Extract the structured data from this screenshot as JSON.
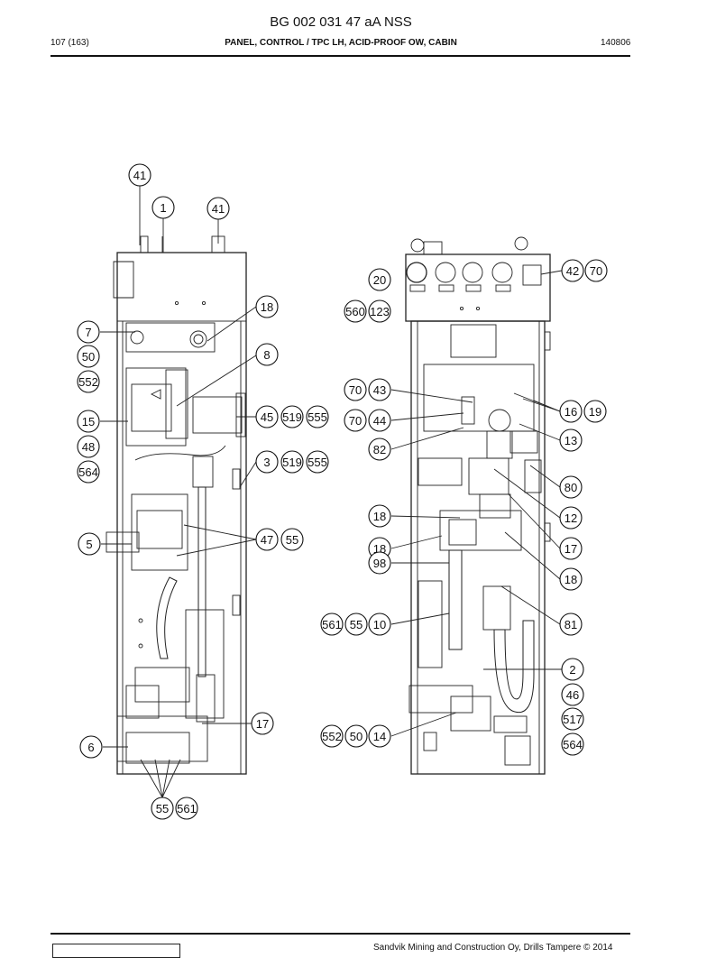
{
  "header": {
    "title": "BG 002 031 47 aA NSS",
    "page": "107 (163)",
    "section": "PANEL, CONTROL / TPC LH, ACID-PROOF OW, CABIN",
    "date_code": "140806"
  },
  "footer": {
    "copyright": "Sandvik Mining and Construction Oy, Drills Tampere © 2014"
  },
  "callouts": [
    {
      "id": "c1",
      "label": "41"
    },
    {
      "id": "c2",
      "label": "1"
    },
    {
      "id": "c3",
      "label": "41"
    },
    {
      "id": "c4",
      "label": "18"
    },
    {
      "id": "c5",
      "label": "7"
    },
    {
      "id": "c6",
      "label": "50"
    },
    {
      "id": "c7",
      "label": "552"
    },
    {
      "id": "c8",
      "label": "8"
    },
    {
      "id": "c9",
      "label": "15"
    },
    {
      "id": "c10",
      "label": "45"
    },
    {
      "id": "c11",
      "label": "519"
    },
    {
      "id": "c12",
      "label": "555"
    },
    {
      "id": "c13",
      "label": "48"
    },
    {
      "id": "c14",
      "label": "564"
    },
    {
      "id": "c15",
      "label": "3"
    },
    {
      "id": "c16",
      "label": "519"
    },
    {
      "id": "c17",
      "label": "555"
    },
    {
      "id": "c18",
      "label": "47"
    },
    {
      "id": "c19",
      "label": "55"
    },
    {
      "id": "c20",
      "label": "5"
    },
    {
      "id": "c21",
      "label": "17"
    },
    {
      "id": "c22",
      "label": "6"
    },
    {
      "id": "c23",
      "label": "55"
    },
    {
      "id": "c24",
      "label": "561"
    },
    {
      "id": "c25",
      "label": "42"
    },
    {
      "id": "c26",
      "label": "70"
    },
    {
      "id": "c27",
      "label": "20"
    },
    {
      "id": "c28",
      "label": "560"
    },
    {
      "id": "c29",
      "label": "123"
    },
    {
      "id": "c30",
      "label": "70"
    },
    {
      "id": "c31",
      "label": "43"
    },
    {
      "id": "c32",
      "label": "16"
    },
    {
      "id": "c33",
      "label": "19"
    },
    {
      "id": "c34",
      "label": "70"
    },
    {
      "id": "c35",
      "label": "44"
    },
    {
      "id": "c36",
      "label": "13"
    },
    {
      "id": "c37",
      "label": "82"
    },
    {
      "id": "c38",
      "label": "80"
    },
    {
      "id": "c39",
      "label": "12"
    },
    {
      "id": "c40",
      "label": "18"
    },
    {
      "id": "c41",
      "label": "17"
    },
    {
      "id": "c42",
      "label": "18"
    },
    {
      "id": "c43",
      "label": "18"
    },
    {
      "id": "c44",
      "label": "98"
    },
    {
      "id": "c45",
      "label": "561"
    },
    {
      "id": "c46",
      "label": "55"
    },
    {
      "id": "c47",
      "label": "10"
    },
    {
      "id": "c48",
      "label": "81"
    },
    {
      "id": "c49",
      "label": "2"
    },
    {
      "id": "c50",
      "label": "46"
    },
    {
      "id": "c51",
      "label": "517"
    },
    {
      "id": "c52",
      "label": "552"
    },
    {
      "id": "c53",
      "label": "50"
    },
    {
      "id": "c54",
      "label": "14"
    },
    {
      "id": "c55",
      "label": "564"
    }
  ]
}
